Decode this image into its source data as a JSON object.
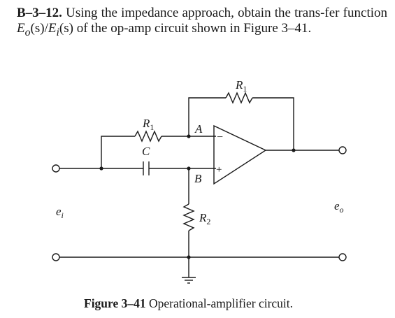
{
  "problem": {
    "number": "B–3–12.",
    "text_before": " Using the impedance approach, obtain the trans-fer function ",
    "tf_num_var": "E",
    "tf_num_sub": "o",
    "tf_sep": "(s)/",
    "tf_den_var": "E",
    "tf_den_sub": "i",
    "tf_end": "(s)",
    "text_after": " of the op-amp circuit shown in Figure 3–41."
  },
  "circuit": {
    "labels": {
      "r1_top": "R",
      "r1_top_sub": "1",
      "r1_mid": "R",
      "r1_mid_sub": "1",
      "c": "C",
      "node_a": "A",
      "node_b": "B",
      "r2": "R",
      "r2_sub": "2",
      "ei": "e",
      "ei_sub": "i",
      "eo": "e",
      "eo_sub": "o",
      "minus": "−",
      "plus": "+"
    }
  },
  "caption": {
    "figure_number": "Figure 3–41",
    "text": " Operational-amplifier circuit."
  }
}
